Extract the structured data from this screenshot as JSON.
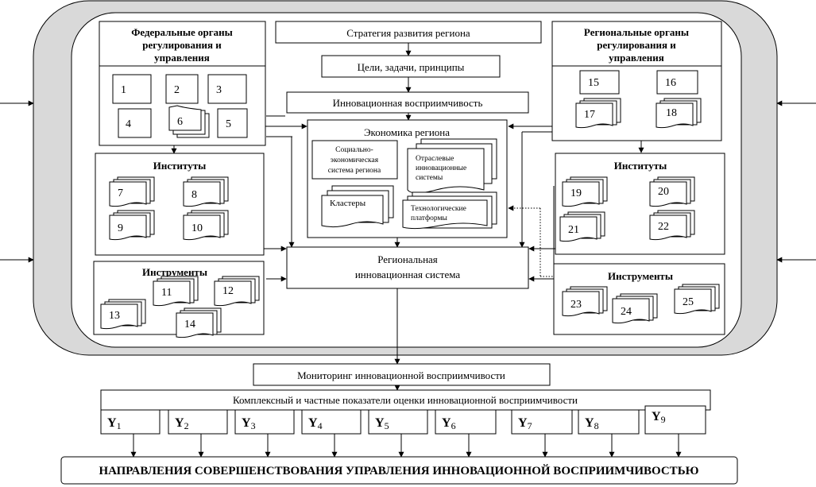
{
  "colors": {
    "ring": "#d9d9d9",
    "stroke": "#000000",
    "background": "#ffffff"
  },
  "center": {
    "strategy": "Стратегия развития региона",
    "goals": "Цели, задачи, принципы",
    "receptivity": "Инновационная восприимчивость",
    "economy": {
      "title": "Экономика региона",
      "socio": [
        "Социально-",
        "экономическая",
        "система региона"
      ],
      "sectoral": [
        "Отраслевые",
        "инновационные",
        "системы"
      ],
      "clusters": "Кластеры",
      "platforms": [
        "Технологические",
        "платформы"
      ]
    },
    "ris": [
      "Региональная",
      "инновационная система"
    ]
  },
  "federal": {
    "title": [
      "Федеральные органы",
      "регулирования и",
      "управления"
    ],
    "items": [
      "1",
      "2",
      "3",
      "4",
      "6",
      "5"
    ],
    "institutes_title": "Институты",
    "institutes": [
      "7",
      "8",
      "9",
      "10"
    ],
    "instruments_title": "Инструменты",
    "instruments": [
      "11",
      "12",
      "13",
      "14"
    ]
  },
  "regional": {
    "title": [
      "Региональные органы",
      "регулирования  и",
      "управления"
    ],
    "items": [
      "15",
      "16",
      "17",
      "18"
    ],
    "institutes_title": "Институты",
    "institutes": [
      "19",
      "20",
      "21",
      "22"
    ],
    "instruments_title": "Инструменты",
    "instruments": [
      "23",
      "24",
      "25"
    ]
  },
  "monitoring": "Мониторинг инновационной восприимчивости",
  "indicators": {
    "title": "Комплексный и частные показатели оценки инновационной восприимчивости",
    "items": [
      {
        "symbol": "Y",
        "sub": "1"
      },
      {
        "symbol": "Y",
        "sub": "2"
      },
      {
        "symbol": "Y",
        "sub": "3"
      },
      {
        "symbol": "Y",
        "sub": "4"
      },
      {
        "symbol": "Y",
        "sub": "5"
      },
      {
        "symbol": "Y",
        "sub": "6"
      },
      {
        "symbol": "Y",
        "sub": "7"
      },
      {
        "symbol": "Y",
        "sub": "8"
      },
      {
        "symbol": "Y",
        "sub": "9"
      }
    ]
  },
  "directions": "НАПРАВЛЕНИЯ СОВЕРШЕНСТВОВАНИЯ УПРАВЛЕНИЯ ИННОВАЦИОННОЙ  ВОСПРИИМЧИВОСТЬЮ"
}
